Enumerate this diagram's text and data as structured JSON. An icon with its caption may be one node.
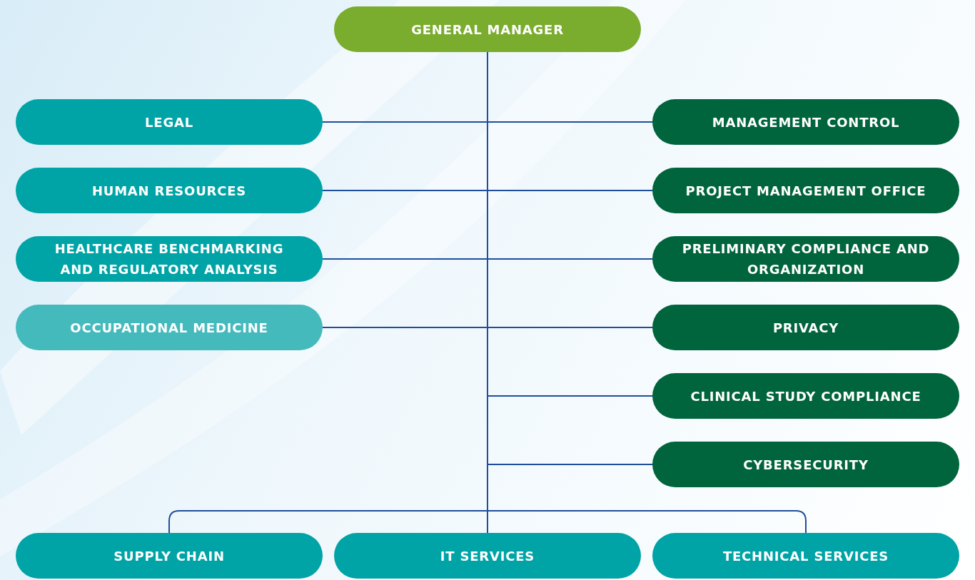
{
  "diagram": {
    "nodes": [
      {
        "text": [
          "GENERAL MANAGER"
        ]
      },
      {
        "text": [
          "LEGAL"
        ]
      },
      {
        "text": [
          "MANAGEMENT CONTROL"
        ]
      },
      {
        "text": [
          "HUMAN RESOURCES"
        ]
      },
      {
        "text": [
          "PROJECT MANAGEMENT OFFICE"
        ]
      },
      {
        "text": [
          "HEALTHCARE BENCHMARKING AND REGULATORY ANALYSIS"
        ]
      },
      {
        "text": [
          "PRELIMINARY COMPLIANCE AND ORGANIZATION"
        ]
      },
      {
        "text": [
          "OCCUPATIONAL MEDICINE"
        ]
      },
      {
        "text": [
          "PRIVACY"
        ]
      },
      {
        "text": [
          "CLINICAL STUDY COMPLIANCE"
        ]
      },
      {
        "text": [
          "CYBERSECURITY"
        ]
      },
      {
        "text": [
          "SUPPLY CHAIN"
        ]
      },
      {
        "text": [
          "IT SERVICES"
        ]
      },
      {
        "text": [
          "TECHNICAL SERVICES"
        ]
      }
    ],
    "edges": [
      {
        "from": 0,
        "to": 1,
        "arrow": "none"
      },
      {
        "from": 0,
        "to": 2,
        "arrow": "none"
      },
      {
        "from": 0,
        "to": 3,
        "arrow": "none"
      },
      {
        "from": 0,
        "to": 4,
        "arrow": "none"
      },
      {
        "from": 0,
        "to": 5,
        "arrow": "none"
      },
      {
        "from": 0,
        "to": 6,
        "arrow": "none"
      },
      {
        "from": 0,
        "to": 7,
        "arrow": "none"
      },
      {
        "from": 0,
        "to": 8,
        "arrow": "none"
      },
      {
        "from": 0,
        "to": 9,
        "arrow": "none"
      },
      {
        "from": 0,
        "to": 10,
        "arrow": "none"
      },
      {
        "from": 0,
        "to": 11,
        "arrow": "none"
      },
      {
        "from": 0,
        "to": 12,
        "arrow": "none"
      },
      {
        "from": 0,
        "to": 13,
        "arrow": "none"
      }
    ]
  }
}
